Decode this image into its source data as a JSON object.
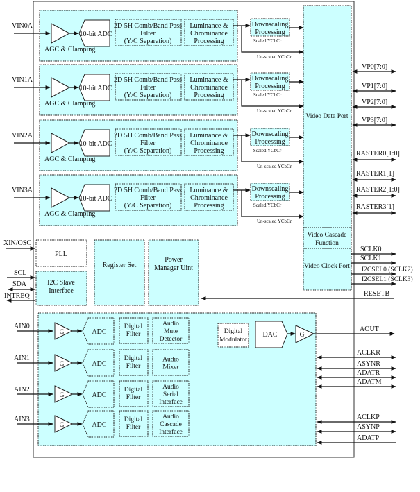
{
  "title": "Video/Audio Decoder Block Diagram",
  "video_channels": [
    {
      "input": "VIN0A",
      "agc_label": "AGC & Clamping",
      "adc": "10-bit ADC",
      "filter": [
        "2D 5H Comb/Band Pass",
        "Filter",
        "(Y/C Separation)"
      ],
      "luma": [
        "Luminance &",
        "Chrominance",
        "Processing"
      ],
      "downscale": [
        "Downscaling",
        "Processing"
      ],
      "scaled": "Scaled YCbCr",
      "unscaled": "Un-scaled YCbCr"
    },
    {
      "input": "VIN1A",
      "agc_label": "AGC & Clamping",
      "adc": "10-bit ADC",
      "filter": [
        "2D 5H Comb/Band Pass",
        "Filter",
        "(Y/C Separation)"
      ],
      "luma": [
        "Luminance &",
        "Chrominance",
        "Processing"
      ],
      "downscale": [
        "Downscaling",
        "Processing"
      ],
      "scaled": "Scaled YCbCr",
      "unscaled": "Un-scaled YCbCr"
    },
    {
      "input": "VIN2A",
      "agc_label": "AGC & Clamping",
      "adc": "10-bit ADC",
      "filter": [
        "2D 5H Comb/Band Pass",
        "Filter",
        "(Y/C Separation)"
      ],
      "luma": [
        "Luminance &",
        "Chrominance",
        "Processing"
      ],
      "downscale": [
        "Downscaling",
        "Processing"
      ],
      "scaled": "Scaled YCbCr",
      "unscaled": "Un-scaled YCbCr"
    },
    {
      "input": "VIN3A",
      "agc_label": "AGC & Clamping",
      "adc": "10-bit ADC",
      "filter": [
        "2D 5H Comb/Band Pass",
        "Filter",
        "(Y/C Separation)"
      ],
      "luma": [
        "Luminance &",
        "Chrominance",
        "Processing"
      ],
      "downscale": [
        "Downscaling",
        "Processing"
      ],
      "scaled": "Scaled YCbCr",
      "unscaled": "Un-scaled YCbCr"
    }
  ],
  "video_data_port": {
    "label": "Video Data Port",
    "cascade": [
      "Video Cascade",
      "Function"
    ],
    "clock_port": "Video Clock Port"
  },
  "video_outputs": [
    "VP0[7:0]",
    "VP1[7:0]",
    "VP2[7:0]",
    "VP3[7:0]"
  ],
  "raster_signals": [
    "RASTER0[1:0]",
    "RASTER1[1]",
    "RASTER2[1:0]",
    "RASTER3[1]"
  ],
  "clock_signals": [
    "SCLK0",
    "SCLK1",
    "I2CSEL0 (SCLK2)",
    "I2CSEL1 (SCLK3)"
  ],
  "reset_signal": "RESETB",
  "control": {
    "pll": "PLL",
    "pll_input": "XIN/OSC",
    "i2c": [
      "I2C Slave",
      "Interface"
    ],
    "i2c_signals": [
      "SCL",
      "SDA",
      "INTREQ"
    ],
    "register_set": "Register Set",
    "power_manager": [
      "Power",
      "Manager Uint"
    ]
  },
  "audio": {
    "channels": [
      {
        "input": "AIN0",
        "gain": "G",
        "adc": "ADC",
        "filter": [
          "Digital",
          "Filter"
        ],
        "func": [
          "Audio",
          "Mute",
          "Detector"
        ]
      },
      {
        "input": "AIN1",
        "gain": "G",
        "adc": "ADC",
        "filter": [
          "Digital",
          "Filter"
        ],
        "func": [
          "Audio",
          "Mixer"
        ]
      },
      {
        "input": "AIN2",
        "gain": "G",
        "adc": "ADC",
        "filter": [
          "Digital",
          "Filter"
        ],
        "func": [
          "Audio",
          "Serial",
          "Interface"
        ]
      },
      {
        "input": "AIN3",
        "gain": "G",
        "adc": "ADC",
        "filter": [
          "Digital",
          "Filter"
        ],
        "func": [
          "Audio",
          "Cascade",
          "Interface"
        ]
      }
    ],
    "modulator": [
      "Digital",
      "Modulator"
    ],
    "dac": "DAC",
    "out_gain": "G",
    "output": "AOUT",
    "record_signals": [
      "ACLKR",
      "ASYNR",
      "ADATR",
      "ADATM"
    ],
    "playback_signals": [
      "ACLKP",
      "ASYNP",
      "ADATP"
    ]
  },
  "colors": {
    "block_fill": "#ccffff",
    "line": "#111111",
    "background": "#ffffff"
  }
}
